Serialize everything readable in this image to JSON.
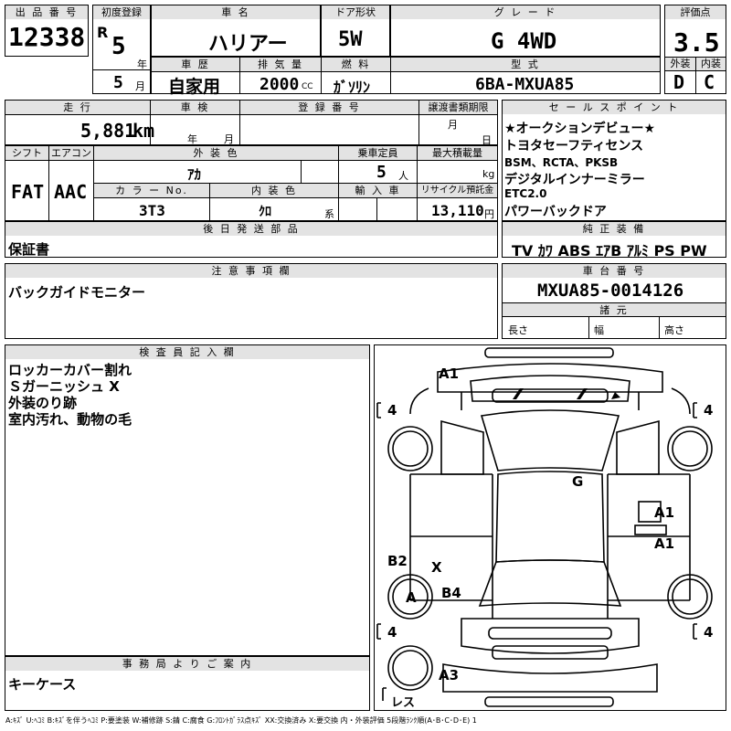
{
  "sheet": {
    "lot_no_label": "出 品 番 号",
    "lot_no": "12338",
    "reg_label": "初度登録",
    "era": "R",
    "year_num": "5",
    "year_unit": "年",
    "month_num": "5",
    "month_unit": "月",
    "car_name_label": "車 名",
    "car_name": "ハリアー",
    "door_label": "ドア形状",
    "door": "5W",
    "grade_label": "グ レ ー ド",
    "grade": "G 4WD",
    "score_label": "評価点",
    "score": "3.5",
    "history_label": "車 歴",
    "history": "自家用",
    "cc_label": "排 気 量",
    "cc": "2000",
    "cc_unit": "CC",
    "fuel_label": "燃 料",
    "fuel": "ｶﾞｿﾘﾝ",
    "model_label": "型 式",
    "model": "6BA-MXUA85",
    "ext_label": "外装",
    "ext": "D",
    "int_label": "内装",
    "int": "C",
    "mileage_label": "走 行",
    "mileage": "5,881",
    "mileage_unit": "km",
    "inspect_label": "車 検",
    "inspect_year": "年",
    "inspect_month": "月",
    "plate_label": "登 録 番 号",
    "transfer_label": "譲渡書類期限",
    "transfer_month": "月",
    "transfer_day": "日",
    "shift_label": "シフト",
    "shift": "FAT",
    "ac_label": "エアコン",
    "ac": "AAC",
    "color_label": "外 装 色",
    "color": "ｱｶ",
    "seats_label": "乗車定員",
    "seats": "5",
    "seats_unit": "人",
    "load_label": "最大積載量",
    "load_unit": "kg",
    "color_no_label": "カ ラ ー No.",
    "color_no": "3T3",
    "int_color_label": "内 装 色",
    "int_color": "ｸﾛ",
    "int_color_unit": "系",
    "import_label": "輸 入 車",
    "recycle_label": "リサイクル預託金",
    "recycle": "13,110",
    "recycle_unit": "円",
    "sales_label": "セ ー ル ス ポ イ ン ト",
    "sales_points": [
      "★オークションデビュー★",
      "トヨタセーフティセンス",
      "BSM、RCTA、PKSB",
      "デジタルインナーミラー",
      "ETC2.0",
      "パワーバックドア"
    ],
    "later_label": "後 日 発 送 部 品",
    "later": "保証書",
    "equip_label": "純 正 装 備",
    "equip": "TV ｶﾜ ABS ｴｱB ｱﾙﾐ PS PW",
    "notes_label": "注 意 事 項 欄",
    "notes": "バックガイドモニター",
    "chassis_label": "車 台 番 号",
    "chassis": "MXUA85-0014126",
    "dims_label": "諸 元",
    "len_label": "長さ",
    "width_label": "幅",
    "height_label": "高さ",
    "inspector_label": "検 査 員 記 入 欄",
    "inspector_notes": [
      "ロッカーカバー割れ",
      "Ｓガーニッシュ X",
      "外装のり跡",
      "室内汚れ、動物の毛"
    ],
    "office_label": "事 務 局 よ り ご 案 内",
    "office": "キーケース",
    "legend": "A:ｷｽﾞ U:ﾍｺﾐ B:ｷｽﾞを伴うﾍｺﾐ P:要塗装 W:補修跡 S:錆 C:腐食 G:ﾌﾛﾝﾄｶﾞﾗｽ点ｷｽﾞ XX:交換済み X:要交換 内・外装評価 5段階ﾗﾝｸ順(A･B･C･D･E) 1"
  },
  "diagram": {
    "tire_fl": "4",
    "tire_fr": "4",
    "tire_rl": "4",
    "tire_rr": "4",
    "marks": [
      "A1",
      "G",
      "A1",
      "A1",
      "B2",
      "X",
      "A",
      "B4",
      "A3"
    ],
    "spare": "レス"
  }
}
